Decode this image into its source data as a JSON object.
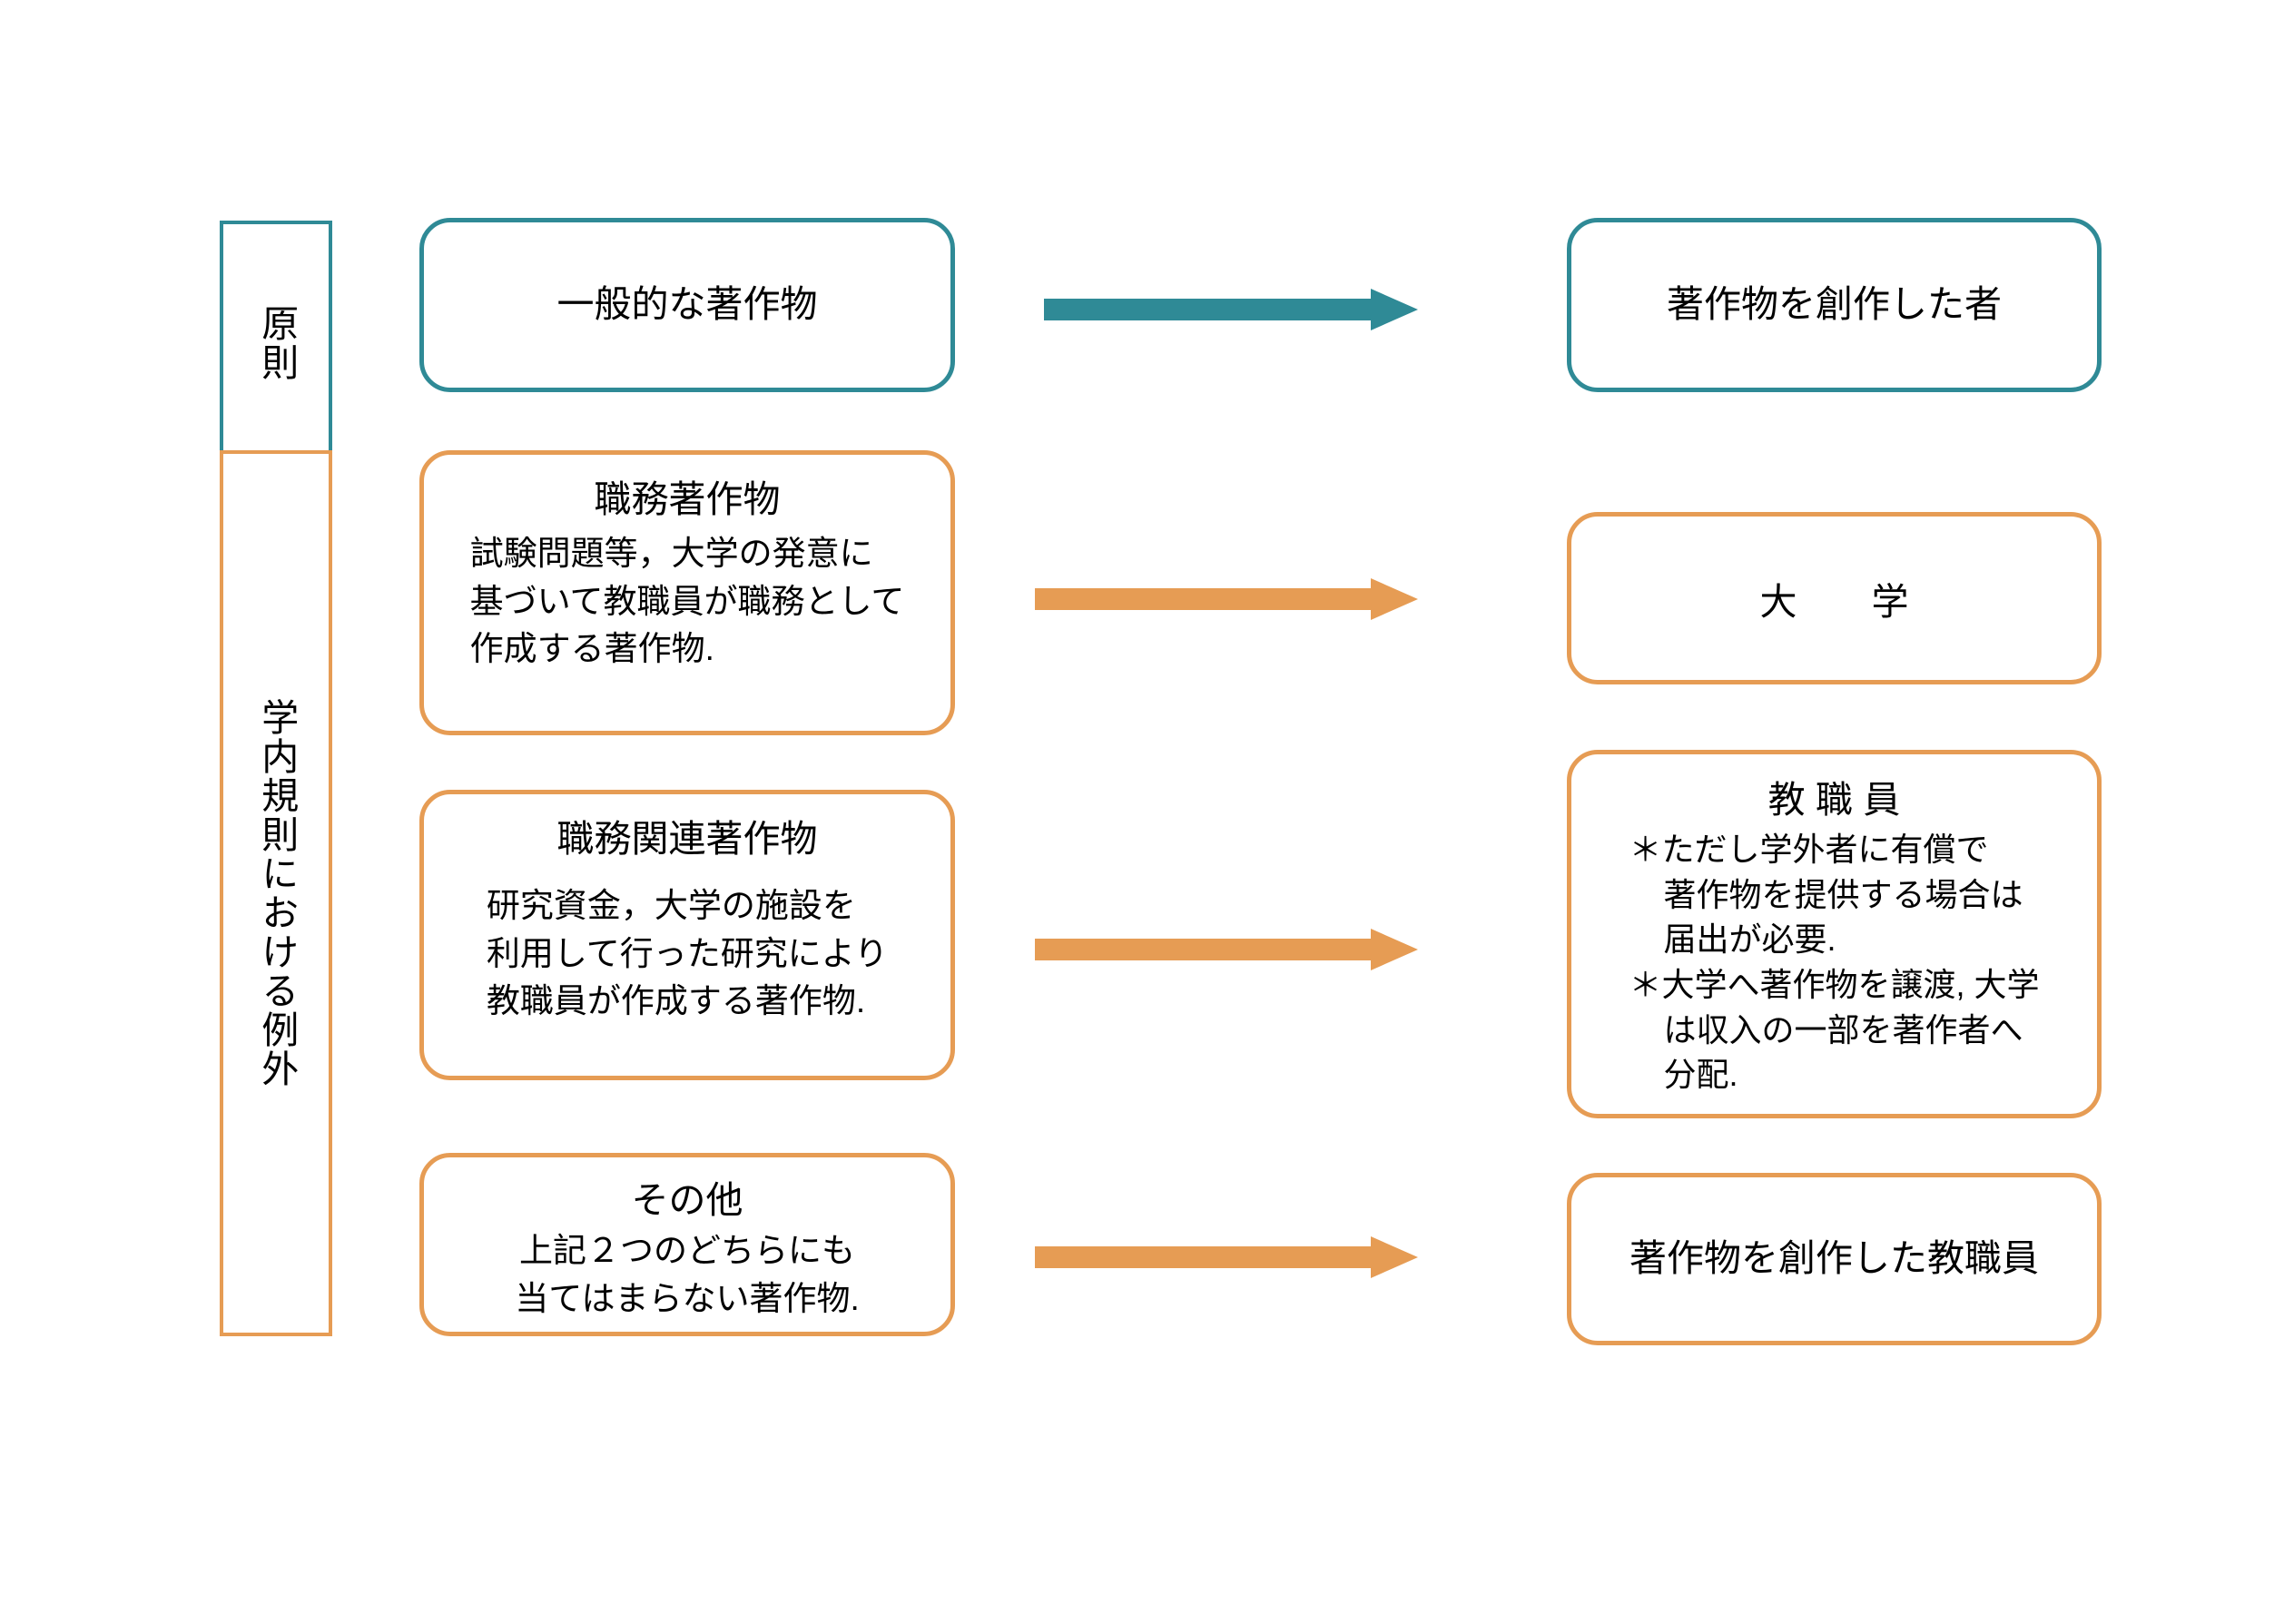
{
  "colors": {
    "teal": "#2f8a96",
    "orange": "#e69c54",
    "text": "#000000",
    "background": "#ffffff"
  },
  "sections": {
    "principle_label": "原則",
    "exception_label": "学内規則における例外"
  },
  "rows": [
    {
      "id": "general-work",
      "accent": "teal",
      "source": {
        "title": "一般的な著作物",
        "body": []
      },
      "arrow": "arrow-right-teal",
      "target": {
        "title": "著作物を創作した者",
        "body": []
      }
    },
    {
      "id": "work-made-for-hire",
      "accent": "orange",
      "source": {
        "title": "職務著作物",
        "body": [
          "試験問題等，大学の発意に",
          "基づいて教職員が職務として",
          "作成する著作物."
        ]
      },
      "arrow": "arrow-right-orange",
      "target": {
        "title": "大　　学",
        "body": []
      }
    },
    {
      "id": "work-related",
      "accent": "orange",
      "source": {
        "title": "職務関連著作物",
        "body": [
          "研究資金，大学の施設を",
          "利用して行った研究により",
          "教職員が作成する著作物."
        ]
      },
      "arrow": "arrow-right-orange",
      "target": {
        "title": "教 職 員",
        "notes": [
          {
            "marker": "＊",
            "lines": [
              "ただし学外者に有償で",
              "著作物を提供する場合は",
              "届出が必要."
            ]
          },
          {
            "marker": "＊",
            "lines": [
              "大学へ著作物を譲渡, 大学",
              "は収入の一部を著作者へ",
              "分配."
            ]
          }
        ]
      }
    },
    {
      "id": "other",
      "accent": "orange",
      "source": {
        "title": "その他",
        "body": [
          "上記２つのどちらにも",
          "当てはまらない著作物."
        ]
      },
      "arrow": "arrow-right-orange",
      "target": {
        "title": "著作物を創作した教職員",
        "body": []
      }
    }
  ]
}
